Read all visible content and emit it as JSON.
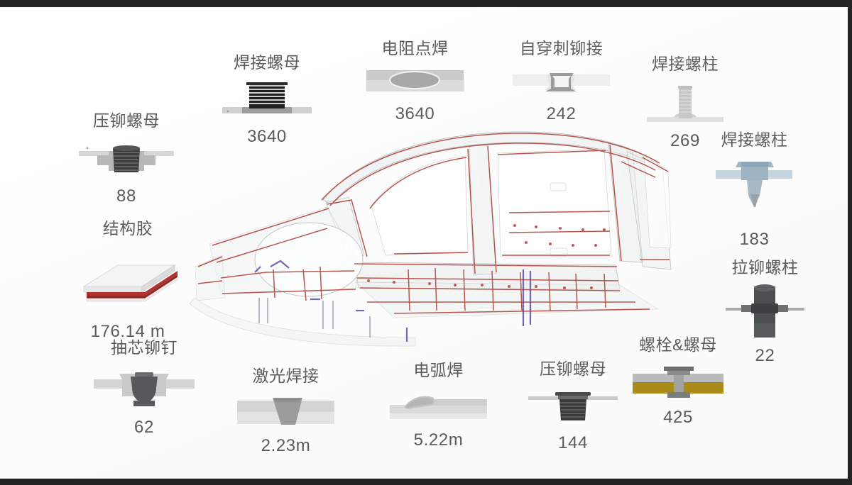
{
  "meta": {
    "background_color": "#fcfcfc",
    "letterbox_color": "#232323",
    "text_color": "#5b5b5b",
    "accent_red": "#b43a3a",
    "accent_gold": "#b3912a"
  },
  "diagram": {
    "subject": "car-body-in-white-wireframe",
    "center_graphic_name": "body-in-white-exploded-joint-map"
  },
  "callouts": [
    {
      "id": "press-nut-left",
      "label": "压铆螺母",
      "value": "88",
      "icon": "press-rivet-nut-icon"
    },
    {
      "id": "structural-adhesive",
      "label": "结构胶",
      "value": "176.14 m",
      "icon": "adhesive-bead-icon"
    },
    {
      "id": "blind-rivet",
      "label": "抽芯铆钉",
      "value": "62",
      "icon": "blind-rivet-icon"
    },
    {
      "id": "weld-nut",
      "label": "焊接螺母",
      "value": "3640",
      "icon": "weld-nut-icon"
    },
    {
      "id": "laser-weld",
      "label": "激光焊接",
      "value": "2.23m",
      "icon": "laser-weld-seam-icon"
    },
    {
      "id": "resistance-spot-weld",
      "label": "电阻点焊",
      "value": "3640",
      "icon": "spot-weld-nugget-icon"
    },
    {
      "id": "arc-weld",
      "label": "电弧焊",
      "value": "5.22m",
      "icon": "arc-weld-bead-icon"
    },
    {
      "id": "self-piercing-rivet",
      "label": "自穿刺铆接",
      "value": "242",
      "icon": "self-piercing-rivet-icon"
    },
    {
      "id": "press-nut-bottom",
      "label": "压铆螺母",
      "value": "144",
      "icon": "press-rivet-nut-icon"
    },
    {
      "id": "weld-stud-top",
      "label": "焊接螺柱",
      "value": "269",
      "icon": "weld-stud-icon"
    },
    {
      "id": "bolt-and-nut",
      "label": "螺栓&螺母",
      "value": "425",
      "icon": "bolt-nut-icon"
    },
    {
      "id": "weld-stud-right",
      "label": "焊接螺柱",
      "value": "183",
      "icon": "weld-stud-blue-icon"
    },
    {
      "id": "pull-rivet-stud",
      "label": "拉铆螺柱",
      "value": "22",
      "icon": "pull-rivet-stud-icon"
    }
  ]
}
